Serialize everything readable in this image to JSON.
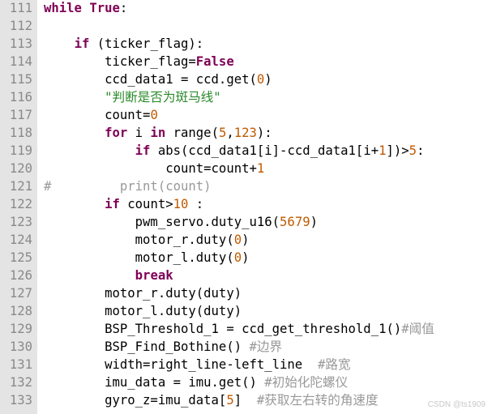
{
  "editor": {
    "colors": {
      "keyword": "#7f0055",
      "number": "#c05a00",
      "string": "#2a8a2a",
      "comment": "#999999",
      "gutter": "#e4e4e4"
    },
    "lines": [
      {
        "n": "111",
        "tokens": [
          [
            "kw",
            "while True"
          ],
          [
            "",
            "："
          ]
        ]
      },
      {
        "n": "112",
        "tokens": []
      },
      {
        "n": "113",
        "tokens": [
          [
            "",
            "    "
          ],
          [
            "kw",
            "if"
          ],
          [
            "",
            " (ticker_flag):"
          ]
        ]
      },
      {
        "n": "114",
        "tokens": [
          [
            "",
            "        ticker_flag="
          ],
          [
            "kw",
            "False"
          ]
        ]
      },
      {
        "n": "115",
        "tokens": [
          [
            "",
            "        ccd_data1 = ccd.get("
          ],
          [
            "num",
            "0"
          ],
          [
            "",
            ")"
          ]
        ]
      },
      {
        "n": "116",
        "tokens": [
          [
            "",
            "        "
          ],
          [
            "str",
            "\"判断是否为斑马线\""
          ]
        ]
      },
      {
        "n": "117",
        "tokens": [
          [
            "",
            "        count="
          ],
          [
            "num",
            "0"
          ]
        ]
      },
      {
        "n": "118",
        "tokens": [
          [
            "",
            "        "
          ],
          [
            "kw",
            "for"
          ],
          [
            "",
            " i "
          ],
          [
            "kw",
            "in"
          ],
          [
            "",
            " range("
          ],
          [
            "num",
            "5"
          ],
          [
            "",
            ","
          ],
          [
            "num",
            "123"
          ],
          [
            "",
            "):"
          ]
        ]
      },
      {
        "n": "119",
        "tokens": [
          [
            "",
            "            "
          ],
          [
            "kw",
            "if"
          ],
          [
            "",
            " abs(ccd_data1[i]-ccd_data1[i+"
          ],
          [
            "num",
            "1"
          ],
          [
            "",
            "])>"
          ],
          [
            "num",
            "5"
          ],
          [
            "",
            ":"
          ]
        ]
      },
      {
        "n": "120",
        "tokens": [
          [
            "",
            "                count=count+"
          ],
          [
            "num",
            "1"
          ]
        ]
      },
      {
        "n": "121",
        "tokens": [
          [
            "cm",
            "#         print(count)"
          ]
        ]
      },
      {
        "n": "122",
        "tokens": [
          [
            "",
            "        "
          ],
          [
            "kw",
            "if"
          ],
          [
            "",
            " count>"
          ],
          [
            "num",
            "10"
          ],
          [
            "",
            " :"
          ]
        ]
      },
      {
        "n": "123",
        "tokens": [
          [
            "",
            "            pwm_servo.duty_u16("
          ],
          [
            "num",
            "5679"
          ],
          [
            "",
            ")"
          ]
        ]
      },
      {
        "n": "124",
        "tokens": [
          [
            "",
            "            motor_r.duty("
          ],
          [
            "num",
            "0"
          ],
          [
            "",
            ")"
          ]
        ]
      },
      {
        "n": "125",
        "tokens": [
          [
            "",
            "            motor_l.duty("
          ],
          [
            "num",
            "0"
          ],
          [
            "",
            ")"
          ]
        ]
      },
      {
        "n": "126",
        "tokens": [
          [
            "",
            "            "
          ],
          [
            "kw",
            "break"
          ]
        ]
      },
      {
        "n": "127",
        "tokens": [
          [
            "",
            "        motor_r.duty(duty)"
          ]
        ]
      },
      {
        "n": "128",
        "tokens": [
          [
            "",
            "        motor_l.duty(duty)"
          ]
        ]
      },
      {
        "n": "129",
        "tokens": [
          [
            "",
            "        BSP_Threshold_1 = ccd_get_threshold_1()"
          ],
          [
            "cm",
            "#阈值"
          ]
        ]
      },
      {
        "n": "130",
        "tokens": [
          [
            "",
            "        BSP_Find_Bothine() "
          ],
          [
            "cm",
            "#边界"
          ]
        ]
      },
      {
        "n": "131",
        "tokens": [
          [
            "",
            "        width=right_line-left_line  "
          ],
          [
            "cm",
            "#路宽"
          ]
        ]
      },
      {
        "n": "132",
        "tokens": [
          [
            "",
            "        imu_data = imu.get() "
          ],
          [
            "cm",
            "#初始化陀螺仪"
          ]
        ]
      },
      {
        "n": "133",
        "tokens": [
          [
            "",
            "        gyro_z=imu_data["
          ],
          [
            "num",
            "5"
          ],
          [
            "",
            "]  "
          ],
          [
            "cm",
            "#获取左右转的角速度"
          ]
        ]
      }
    ]
  },
  "watermark": "CSDN @ts1909"
}
